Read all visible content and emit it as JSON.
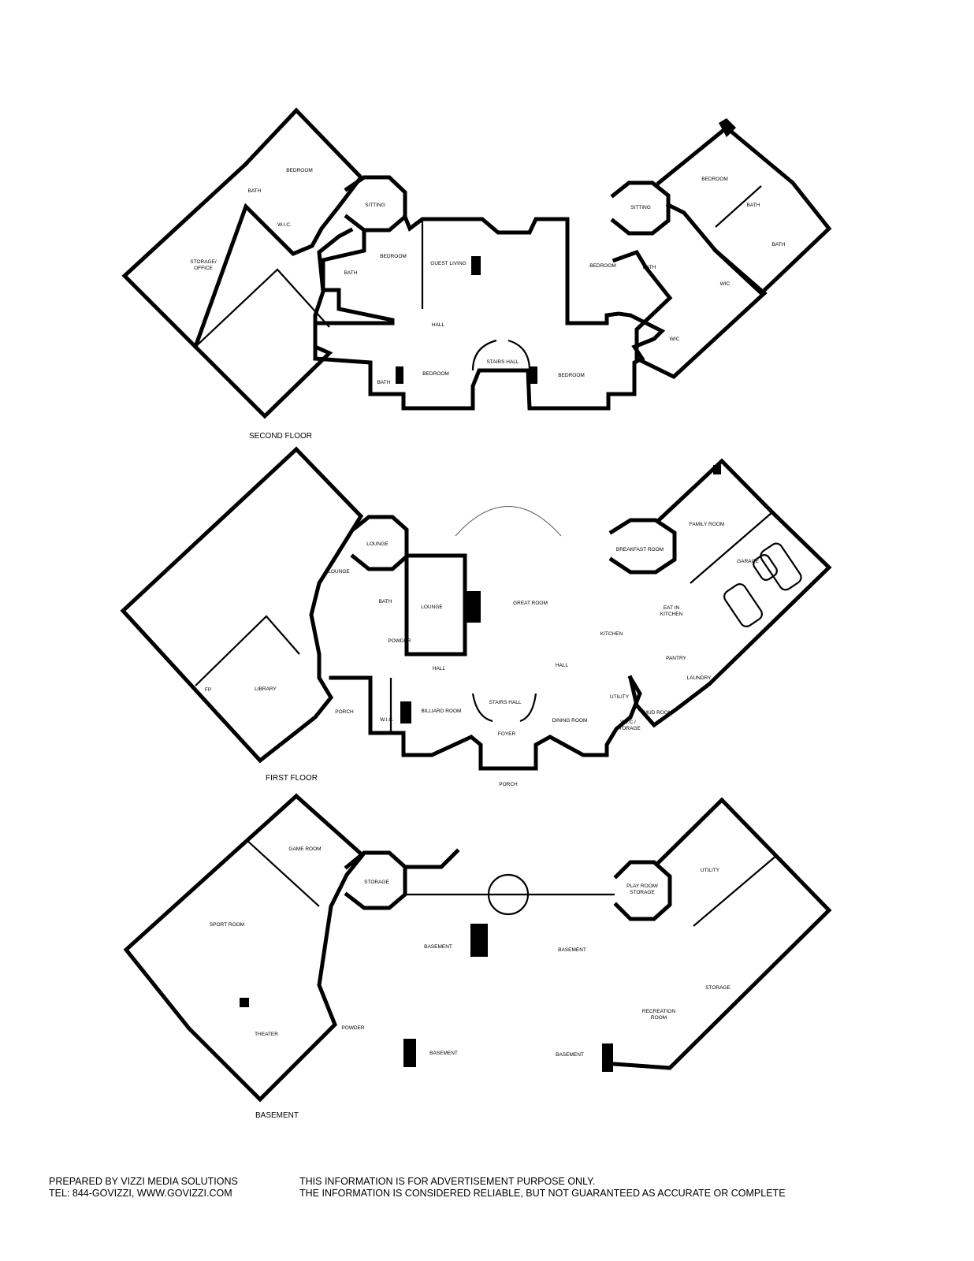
{
  "floors": {
    "second": {
      "title": "SECOND FLOOR",
      "rooms": [
        "BEDROOM",
        "BATH",
        "W.I.C.",
        "SITTING",
        "STORAGE/\nOFFICE",
        "BATH",
        "BEDROOM",
        "GUEST LIVING",
        "HALL",
        "BEDROOM",
        "BATH",
        "STAIRS HALL",
        "BEDROOM",
        "SITTING",
        "BEDROOM",
        "BATH",
        "BATH",
        "BATH",
        "BEDROOM",
        "WIC",
        "WIC"
      ]
    },
    "first": {
      "title": "FIRST FLOOR",
      "rooms": [
        "LOUNGE",
        "LOUNGE",
        "BATH",
        "POWDER",
        "LOUNGE",
        "GREAT ROOM",
        "HALL",
        "HALL",
        "FP",
        "LIBRARY",
        "PORCH",
        "W.I.C.",
        "BILLIARD ROOM",
        "STAIRS HALL",
        "FOYER",
        "DINING ROOM",
        "PORCH",
        "BREAKFAST ROOM",
        "FAMILY ROOM",
        "GARAGE",
        "KITCHEN",
        "EAT IN\nKITCHEN",
        "PANTRY",
        "LAUNDRY",
        "UTILITY",
        "W.I.C./\nSTORAGE",
        "MUD ROOM"
      ]
    },
    "basement": {
      "title": "BASEMENT",
      "rooms": [
        "GAME ROOM",
        "STORAGE",
        "SPORT ROOM",
        "THEATER",
        "POWDER",
        "BASEMENT",
        "BASEMENT",
        "BASEMENT",
        "BASEMENT",
        "PLAY ROOM/\nSTORAGE",
        "UTILITY",
        "STORAGE",
        "RECREATION\nROOM"
      ]
    }
  },
  "footer": {
    "prepared_by": "PREPARED BY VIZZI MEDIA SOLUTIONS",
    "contact": "TEL: 844-GOVIZZI, WWW.GOVIZZI.COM",
    "disclaimer_1": "THIS INFORMATION IS FOR ADVERTISEMENT PURPOSE ONLY.",
    "disclaimer_2": "THE INFORMATION IS CONSIDERED RELIABLE, BUT NOT GUARANTEED AS ACCURATE OR COMPLETE"
  }
}
